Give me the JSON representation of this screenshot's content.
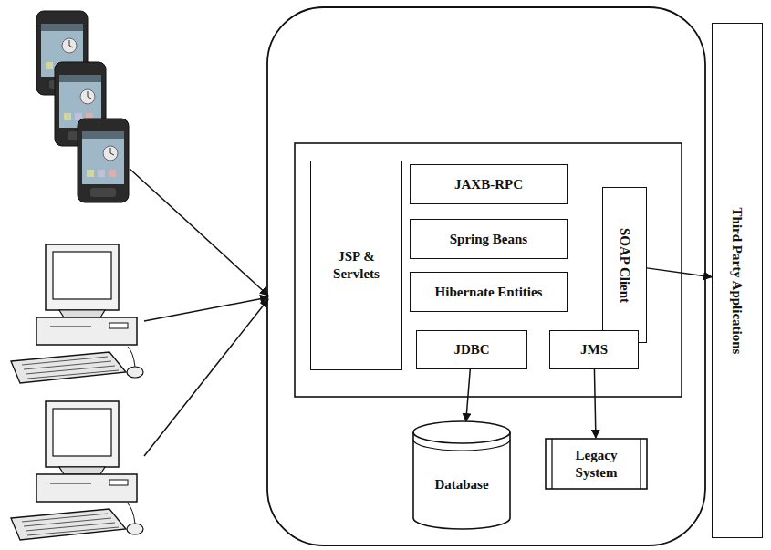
{
  "diagram": {
    "nodes": [
      {
        "text": [
          "JSP & Servlets"
        ]
      },
      {
        "text": [
          "JAXB-RPC"
        ]
      },
      {
        "text": [
          "Spring Beans"
        ]
      },
      {
        "text": [
          "Hibernate Entities"
        ]
      },
      {
        "text": [
          "SOAP Client"
        ]
      },
      {
        "text": [
          "Third Party Applications"
        ]
      },
      {
        "text": [
          "JDBC"
        ]
      },
      {
        "text": [
          "JMS"
        ]
      },
      {
        "text": [
          "Database"
        ]
      },
      {
        "text": [
          "Legacy System"
        ]
      }
    ],
    "edges": [
      {
        "from": 4,
        "to": 5,
        "arrow": "to"
      },
      {
        "from": 6,
        "to": 8,
        "arrow": "to"
      },
      {
        "from": 7,
        "to": 9,
        "arrow": "to"
      }
    ]
  }
}
